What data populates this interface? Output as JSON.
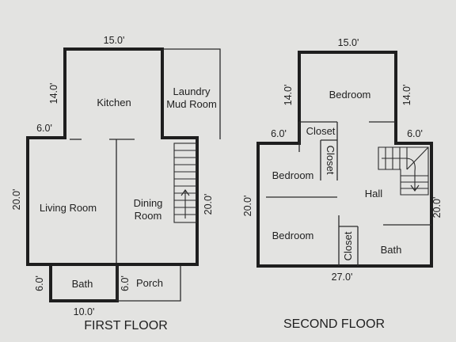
{
  "first_floor": {
    "title": "FIRST FLOOR",
    "rooms": {
      "kitchen": "Kitchen",
      "laundry_line1": "Laundry",
      "laundry_line2": "Mud Room",
      "living": "Living Room",
      "dining_line1": "Dining",
      "dining_line2": "Room",
      "bath": "Bath",
      "porch": "Porch"
    },
    "dims": {
      "top": "15.0'",
      "kitchen_side": "14.0'",
      "step": "6.0'",
      "left": "20.0'",
      "right": "20.0'",
      "bath_side": "6.0'",
      "porch_side": "6.0'",
      "bottom": "10.0'"
    }
  },
  "second_floor": {
    "title": "SECOND FLOOR",
    "rooms": {
      "bedroom_top": "Bedroom",
      "closet_h": "Closet",
      "closet_v": "Closet",
      "bedroom_mid": "Bedroom",
      "hall": "Hall",
      "bedroom_bottom": "Bedroom",
      "closet_small": "Closet",
      "bath": "Bath"
    },
    "dims": {
      "top": "15.0'",
      "upper_left": "14.0'",
      "upper_right": "14.0'",
      "step_left": "6.0'",
      "step_right": "6.0'",
      "left": "20.0'",
      "right": "20.0'",
      "bottom": "27.0'"
    }
  }
}
